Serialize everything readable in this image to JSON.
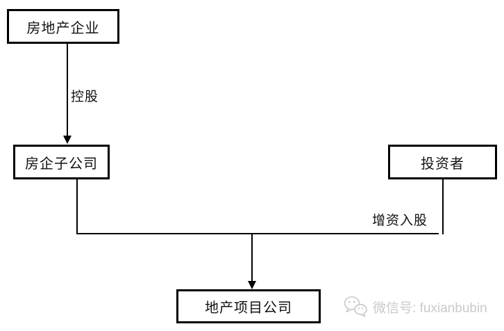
{
  "diagram": {
    "nodes": {
      "parent": {
        "label": "房地产企业"
      },
      "subsidiary": {
        "label": "房企子公司"
      },
      "investor": {
        "label": "投资者"
      },
      "project": {
        "label": "地产项目公司"
      }
    },
    "edges": {
      "holding": {
        "label": "控股",
        "from": "房地产企业",
        "to": "房企子公司"
      },
      "capital_increase": {
        "label": "增资入股",
        "from": "房企子公司 + 投资者",
        "to": "地产项目公司"
      }
    }
  },
  "watermark": {
    "icon": "wechat-icon",
    "text": "微信号: fuxianbubin"
  },
  "colors": {
    "line": "#000000",
    "background": "#ffffff",
    "watermark_gray": "#c9c9c9"
  }
}
